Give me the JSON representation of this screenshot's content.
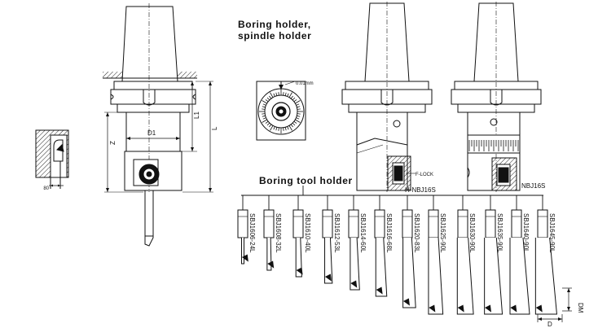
{
  "labels": {
    "boring_holder_line1": "Boring holder,",
    "boring_holder_line2": "spindle holder",
    "boring_tool_holder": "Boring tool holder",
    "dim_D1": "D1",
    "dim_L1": "L1",
    "dim_L": "L",
    "dim_Z": "Z",
    "dim_80": "80",
    "dial_unit": "0.01mm",
    "f_lock": "F-LOCK",
    "holder_left_name": "H-NBJ16S",
    "holder_right_name": "NBJ16S",
    "dim_DM": "DM",
    "dim_D": "D"
  },
  "tools": [
    "SBJ1606-24L",
    "SBJ1608-32L",
    "SBJ1610-40L",
    "SBJ1612-53L",
    "SBJ1614-60L",
    "SBJ1616-68L",
    "SBJ1620-83L",
    "SBJ1625-90L",
    "SBJ1630-90L",
    "SBJ1635-90L",
    "SBJ1640-90L",
    "SBJ1645-90L"
  ]
}
